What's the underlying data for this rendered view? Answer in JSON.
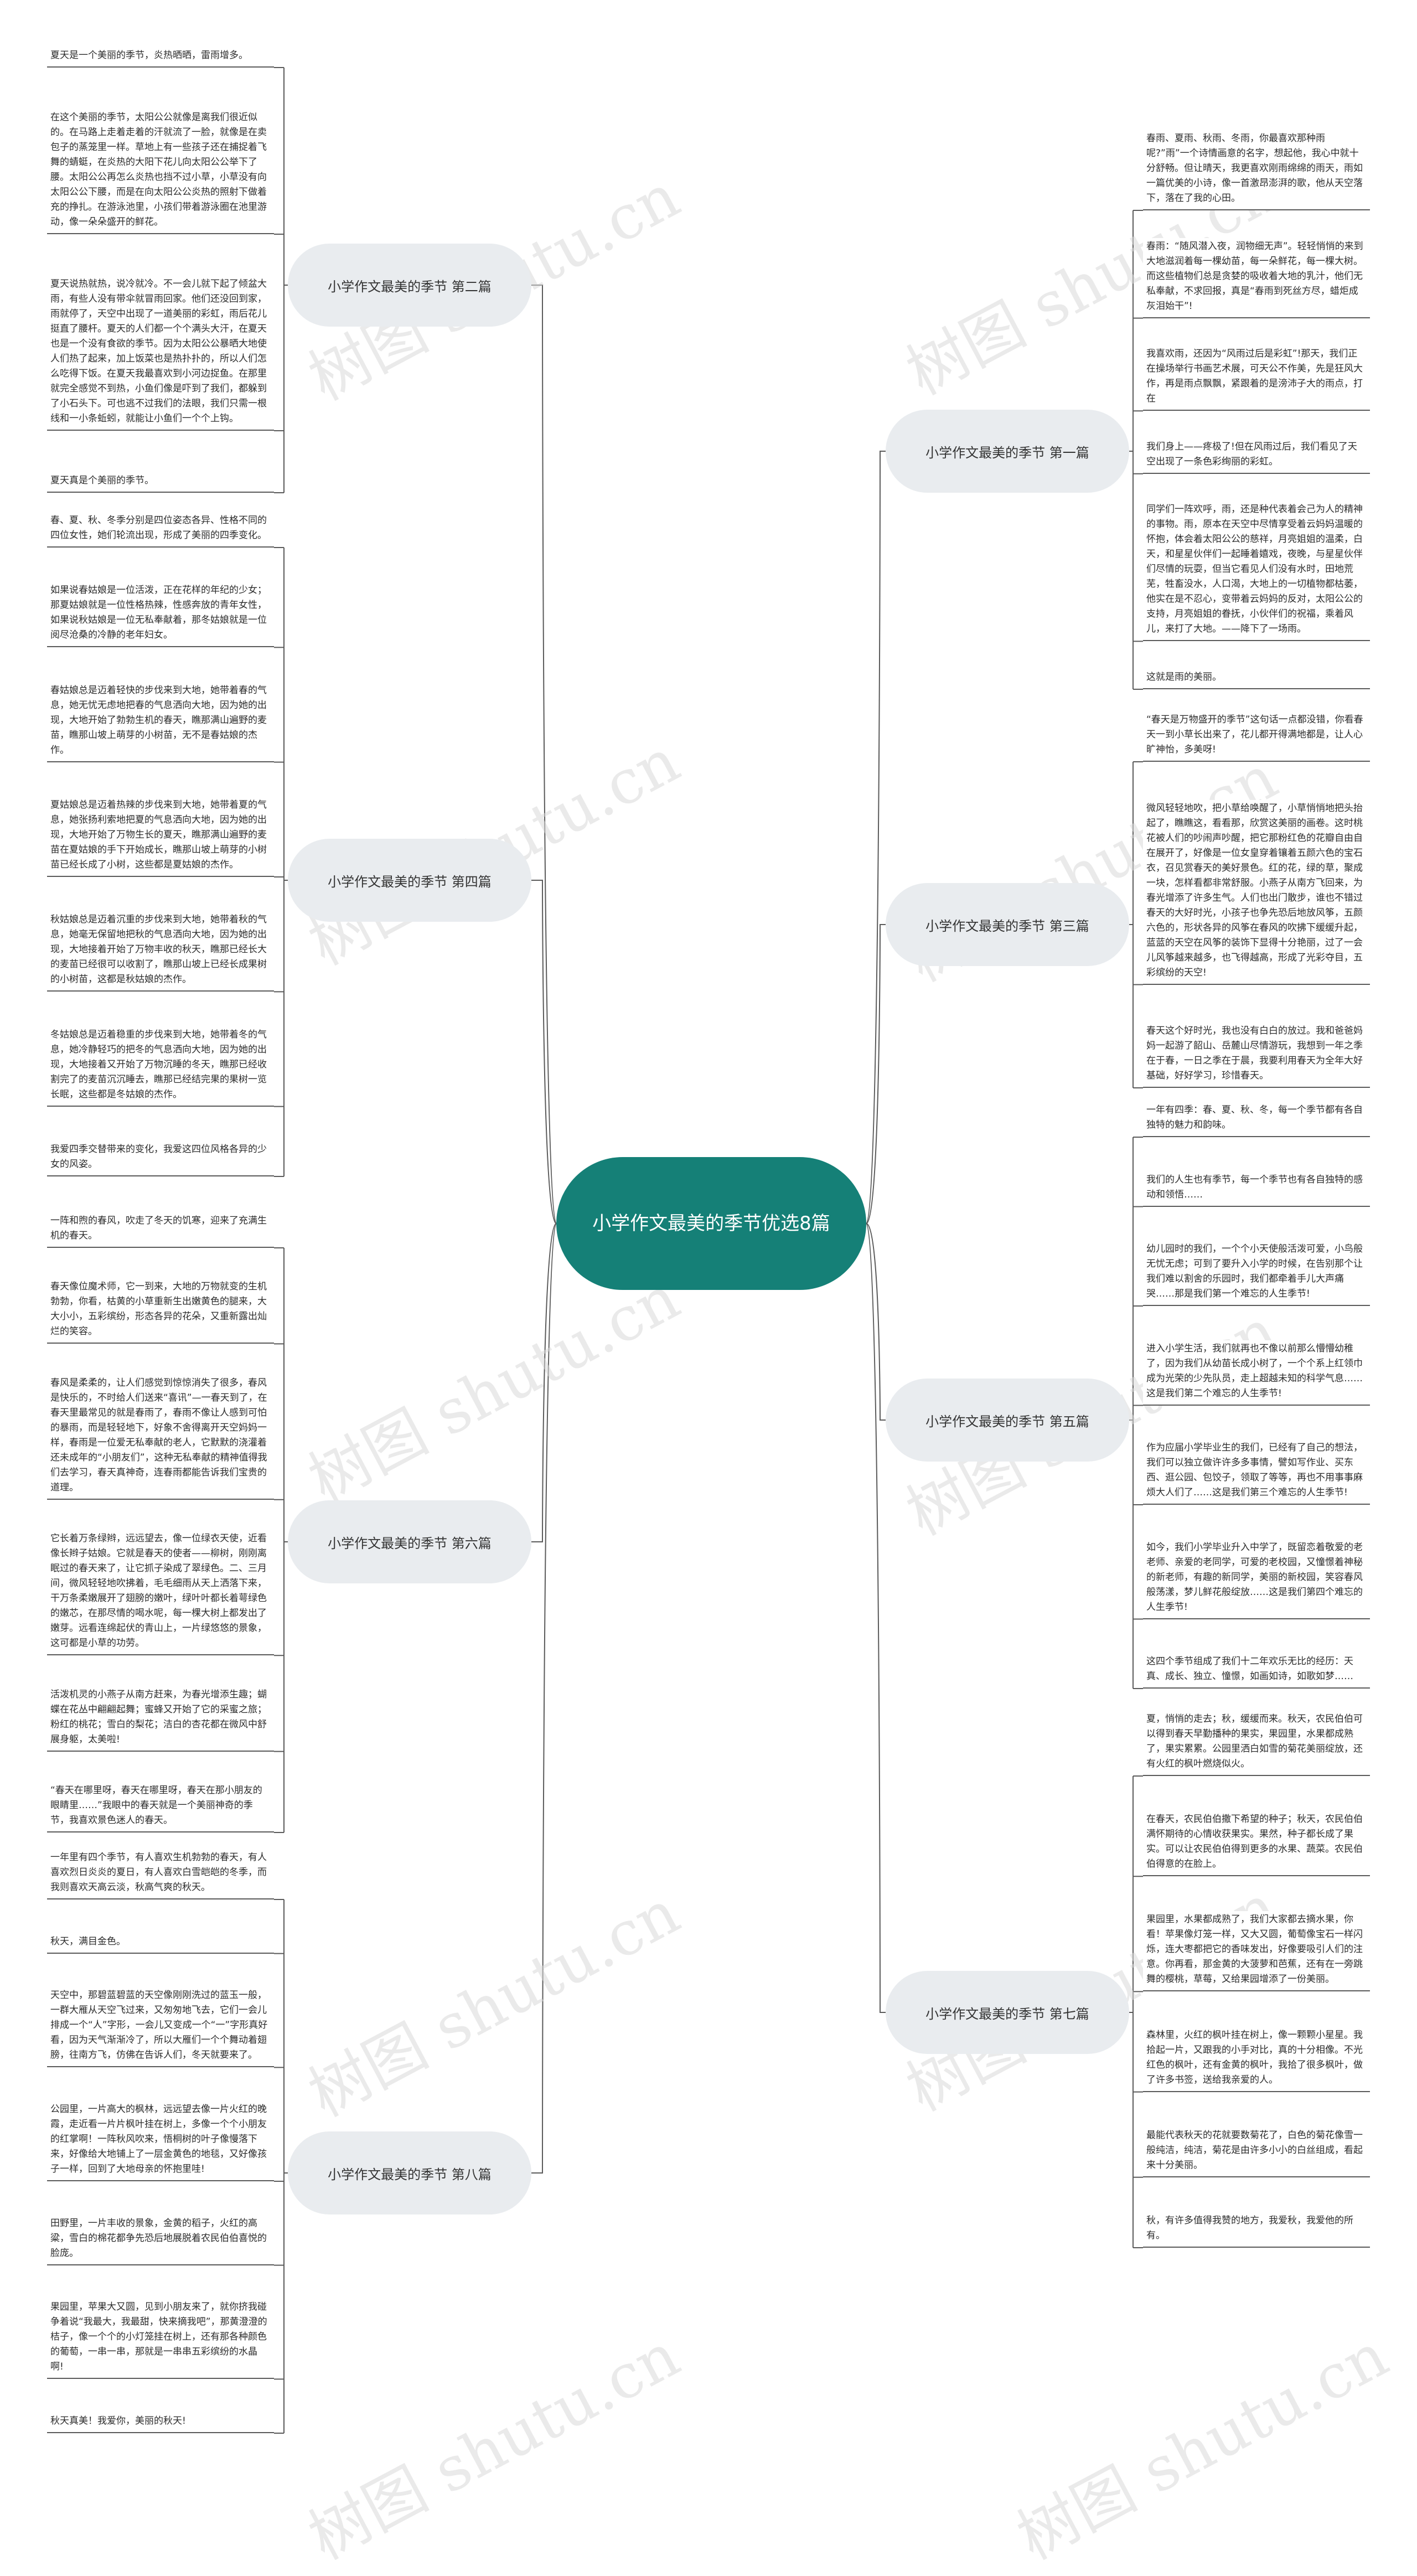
{
  "root": "小学作文最美的季节优选8篇",
  "watermark": "树图 shutu.cn",
  "colors": {
    "root": "#158077",
    "branch": "#e9ecef",
    "line": "#5a5a5a"
  },
  "branches": [
    {
      "label": "小学作文最美的季节 第一篇",
      "leaves": [
        "春雨、夏雨、秋雨、冬雨，你最喜欢那种雨呢?”雨”一个诗情画意的名字，想起他，我心中就十分舒畅。但让晴天，我更喜欢刚雨绵绵的雨天，雨如一篇优美的小诗，像一首激昂澎湃的歌，他从天空落下，落在了我的心田。",
        "春雨：“随风潜入夜，润物细无声”。轻轻悄悄的来到大地滋润着每一棵幼苗，每一朵鲜花，每一棵大树。而这些植物们总是贪婪的吸收着大地的乳汁，他们无私奉献，不求回报，真是“春雨到死丝方尽，蜡炬成灰泪始干”!",
        "我喜欢雨，还因为“风雨过后是彩虹”!那天，我们正在操场举行书画艺术展，可天公不作美，先是狂风大作，再是雨点飘飘，紧跟着的是滂沛子大的雨点，打在",
        "我们身上——疼极了!但在风雨过后，我们看见了天空出现了一条色彩绚丽的彩虹。",
        "同学们一阵欢呼，雨，还是种代表着会己为人的精神的事物。雨，原本在天空中尽情享受着云妈妈温暖的怀抱，体会着太阳公公的慈祥，月亮姐姐的温柔，白天，和星星伙伴们一起睡着嬉戏，夜晚，与星星伙伴们尽情的玩耍，但当它看见人们没有水时，田地荒芜，牲畜没水，人口渴，大地上的一切植物都枯萎，他实在是不忍心，变带着云妈妈的反对，太阳公公的支持，月亮姐姐的眷抚，小伙伴们的祝福，乘着风儿，来打了大地。——降下了一场雨。",
        "这就是雨的美丽。"
      ]
    },
    {
      "label": "小学作文最美的季节 第三篇",
      "leaves": [
        "“春天是万物盛开的季节”这句话一点都没错，你看春天一到小草长出来了，花儿都开得满地都是，让人心旷神怡，多美呀!",
        "微风轻轻地吹，把小草给唤醒了，小草悄悄地把头抬起了，瞧瞧这，看看那，欣赏这美丽的画卷。这时桃花被人们的吵闹声吵醒，把它那粉红色的花瓣自由自在展开了，好像是一位女皇穿着镶着五颜六色的宝石衣，召见赏春天的美好景色。红的花，绿的草，聚成一块，怎样看都非常舒服。小燕子从南方飞回来，为春光增添了许多生气。人们也出门散步，谁也不错过春天的大好时光，小孩子也争先恐后地放风筝，五颜六色的，形状各异的风筝在春风的吹拂下缓缓升起，蓝蓝的天空在风筝的装饰下显得十分艳丽，过了一会儿风筝越来越多，也飞得越高，形成了光彩夺目，五彩缤纷的天空!",
        "春天这个好时光，我也没有白白的放过。我和爸爸妈妈一起游了韶山、岳麓山尽情游玩，我想到一年之季在于春，一日之季在于晨，我要利用春天为全年大好基础，好好学习，珍惜春天。"
      ]
    },
    {
      "label": "小学作文最美的季节 第五篇",
      "leaves": [
        "一年有四季：春、夏、秋、冬，每一个季节都有各自独特的魅力和韵味。",
        "我们的人生也有季节，每一个季节也有各自独特的感动和领悟……",
        "幼儿园时的我们，一个个小天使般活泼可爱，小鸟般无忧无虑；可到了要升入小学的时候，在告别那个让我们难以割舍的乐园时，我们都牵着手儿大声痛哭……那是我们第一个难忘的人生季节!",
        "进入小学生活，我们就再也不像以前那么懵懵幼稚了，因为我们从幼苗长成小树了，一个个系上红领巾成为光荣的少先队员，走上超越未知的科学气息……这是我们第二个难忘的人生季节!",
        "作为应届小学毕业生的我们，已经有了自己的想法，我们可以独立做许许多多事情，譬如写作业、买东西、逛公园、包饺子，领取了等等，再也不用事事麻烦大人们了……这是我们第三个难忘的人生季节!",
        "如今，我们小学毕业升入中学了，既留恋着敬爱的老老师、亲爱的老同学，可爱的老校园，又憧憬着神秘的新老师，有趣的新同学，美丽的新校园，笑容春风般荡漾，梦儿鲜花般绽放……这是我们第四个难忘的人生季节!",
        "这四个季节组成了我们十二年欢乐无比的经历：天真、成长、独立、憧憬，如画如诗，如歌如梦……"
      ]
    },
    {
      "label": "小学作文最美的季节 第七篇",
      "leaves": [
        "夏，悄悄的走去；秋，缓缓而来。秋天，农民伯伯可以得到春天早勤播种的果实，果园里，水果都成熟了，果实累累。公园里洒白如雪的菊花美丽绽放，还有火红的枫叶燃烧似火。",
        "在春天，农民伯伯撒下希望的种子；秋天，农民伯伯满怀期待的心情收获果实。果然，种子都长成了果实。可以让农民伯伯得到更多的水果、蔬菜。农民伯伯得意的在脸上。",
        "果园里，水果都成熟了，我们大家都去摘水果，你看！苹果像灯笼一样，又大又圆，葡萄像宝石一样闪烁，连大枣都把它的香味发出，好像要吸引人们的注意。你再看，那金黄的大菠萝和芭蕉，还有在一旁跳舞的樱桃，草莓，又给果园增添了一份美丽。",
        "森林里，火红的枫叶挂在树上，像一颗颗小星星。我拾起一片，又跟我的小手对比，真的十分相像。不光红色的枫叶，还有金黄的枫叶，我拾了很多枫叶，做了许多书签，送给我亲爱的人。",
        "最能代表秋天的花就要数菊花了，白色的菊花像雪一般纯洁，纯洁，菊花是由许多小小的白丝组成，看起来十分美丽。",
        "秋，有许多值得我赞的地方，我爱秋，我爱他的所有。"
      ]
    },
    {
      "label": "小学作文最美的季节 第二篇",
      "leaves": [
        "夏天是一个美丽的季节，炎热晒晒，雷雨增多。",
        "在这个美丽的季节，太阳公公就像是离我们很近似的。在马路上走着走着的汗就流了一脸，就像是在卖包子的蒸笼里一样。草地上有一些孩子还在捕捉着飞舞的蜻蜓，在炎热的大阳下花儿向太阳公公举下了腰。太阳公公再怎么炎热也挡不过小草，小草没有向太阳公公下腰，而是在向太阳公公炎热的照射下做着充的挣扎。在游泳池里，小孩们带着游泳圈在池里游动，像一朵朵盛开的鲜花。",
        "夏天说热就热，说冷就冷。不一会儿就下起了倾盆大雨，有些人没有带伞就冒雨回家。他们还没回到家，雨就停了，天空中出现了一道美丽的彩虹，雨后花儿挺直了腰杆。夏天的人们都一个个满头大汗，在夏天也是一个没有食欲的季节。因为太阳公公暴晒大地使人们热了起来，加上饭菜也是热扑扑的，所以人们怎么吃得下饭。在夏天我最喜欢到小河边捉鱼。在那里就完全感觉不到热，小鱼们像是吓到了我们，都躲到了小石头下。可也逃不过我们的法眼，我们只需一根线和一小条蚯蚓，就能让小鱼们一个个上钩。",
        "夏天真是个美丽的季节。"
      ]
    },
    {
      "label": "小学作文最美的季节 第四篇",
      "leaves": [
        "春、夏、秋、冬季分别是四位姿态各异、性格不同的四位女性，她们轮流出现，形成了美丽的四季变化。",
        "如果说春姑娘是一位活泼，正在花样的年纪的少女；那夏姑娘就是一位性格热辣，性感奔放的青年女性，如果说秋姑娘是一位无私奉献着，那冬姑娘就是一位阅尽沧桑的冷静的老年妇女。",
        "春姑娘总是迈着轻快的步伐来到大地，她带着春的气息，她无忧无虑地把春的气息洒向大地，因为她的出现，大地开始了勃勃生机的春天，瞧那满山遍野的麦苗，瞧那山坡上萌芽的小树苗，无不是春姑娘的杰作。",
        "夏姑娘总是迈着热辣的步伐来到大地，她带着夏的气息，她张扬利索地把夏的气息洒向大地，因为她的出现，大地开始了万物生长的夏天，瞧那满山遍野的麦苗在夏姑娘的手下开始成长，瞧那山坡上萌芽的小树苗已经长成了小树，这些都是夏姑娘的杰作。",
        "秋姑娘总是迈着沉重的步伐来到大地，她带着秋的气息，她毫无保留地把秋的气息洒向大地，因为她的出现，大地接着开始了万物丰收的秋天，瞧那已经长大的麦苗已经很可以收割了，瞧那山坡上已经长成果树的小树苗，这都是秋姑娘的杰作。",
        "冬姑娘总是迈着稳重的步伐来到大地，她带着冬的气息，她冷静轻巧的把冬的气息洒向大地，因为她的出现，大地接着又开始了万物沉睡的冬天，瞧那已经收割完了的麦苗沉沉睡去，瞧那已经结完果的果树一览长眠，这些都是冬姑娘的杰作。",
        "我爱四季交替带来的变化，我爱这四位风格各异的少女的风姿。"
      ]
    },
    {
      "label": "小学作文最美的季节 第六篇",
      "leaves": [
        "一阵和煦的春风，吹走了冬天的饥寒，迎来了充满生机的春天。",
        "春天像位魔术师，它一到来，大地的万物就变的生机勃勃，你看，枯黄的小草重新生出嫩黄色的腿来，大大小小，五彩缤纷，形态各异的花朵，又重新露出灿烂的笑容。",
        "春风是柔柔的，让人们感觉到惊惊消失了很多，春风是快乐的，不时给人们送来“喜讯”—一春天到了，在春天里最常见的就是春雨了，春雨不像让人感到可怕的暴雨，而是轻轻地下，好象不舍得离开天空妈妈一样，春雨是一位爱无私奉献的老人，它默默的浇灌着还未成年的“小朋友们”，这种无私奉献的精神值得我们去学习，春天真神奇，连春雨都能告诉我们宝贵的道理。",
        "它长着万条绿辫，远远望去，像一位绿衣天使，近看像长辫子姑娘。它就是春天的使者——柳树，刚刚离眠过的春天来了，让它抓子染成了翠绿色。二、三月间，微风轻轻地吹拂着，毛毛细雨从天上洒落下来，干万条柔嫩展开了翅膀的嫩叶，绿叶叶都长着萼绿色的嫩芯，在那尽情的喝水呢，每一棵大树上都发出了嫩芽。远看连绵起伏的青山上，一片绿悠悠的景象，这可都是小草的功劳。",
        "活泼机灵的小燕子从南方赶来，为春光增添生趣；蝴蝶在花丛中翩翩起舞；蜜蜂又开始了它的采蜜之旅；粉红的桃花；雪白的梨花；洁白的杏花都在微风中舒展身躯，太美啦!",
        "“春天在哪里呀，春天在哪里呀，春天在那小朋友的眼睛里……”我眼中的春天就是一个美丽神奇的季节，我喜欢景色迷人的春天。"
      ]
    },
    {
      "label": "小学作文最美的季节 第八篇",
      "leaves": [
        "一年里有四个季节，有人喜欢生机勃勃的春天，有人喜欢烈日炎炎的夏日，有人喜欢白雪皑皑的冬季，而我则喜欢天高云淡，秋高气爽的秋天。",
        "秋天，满目金色。",
        "天空中，那碧蓝碧蓝的天空像刚刚洗过的蓝玉一般，一群大雁从天空飞过来，又匆匆地飞去，它们一会儿排成一个“人”字形，一会儿又变成一个“一”字形真好看，因为天气渐渐冷了，所以大雁们一个个舞动着翅膀，往南方飞，仿佛在告诉人们，冬天就要来了。",
        "公园里，一片高大的枫林，远远望去像一片火红的晚霞，走近看一片片枫叶挂在树上，多像一个个小朋友的红掌啊！一阵秋风吹来，悟桐树的叶子像慢落下来，好像给大地铺上了一层金黄色的地毯，又好像孩子一样，回到了大地母亲的怀抱里哇!",
        "田野里，一片丰收的景象，金黄的稻子，火红的高粱，雪白的棉花都争先恐后地展脱着农民伯伯喜悦的脸庞。",
        "果园里，苹果大又圆，见到小朋友来了，就你挤我碰争着说“我最大，我最甜，快来摘我吧”，那黄澄澄的桔子，像一个个的小灯笼挂在树上，还有那各种颜色的葡萄，一串一串，那就是一串串五彩缤纷的水晶啊!",
        "秋天真美！我爱你，美丽的秋天!"
      ]
    }
  ]
}
